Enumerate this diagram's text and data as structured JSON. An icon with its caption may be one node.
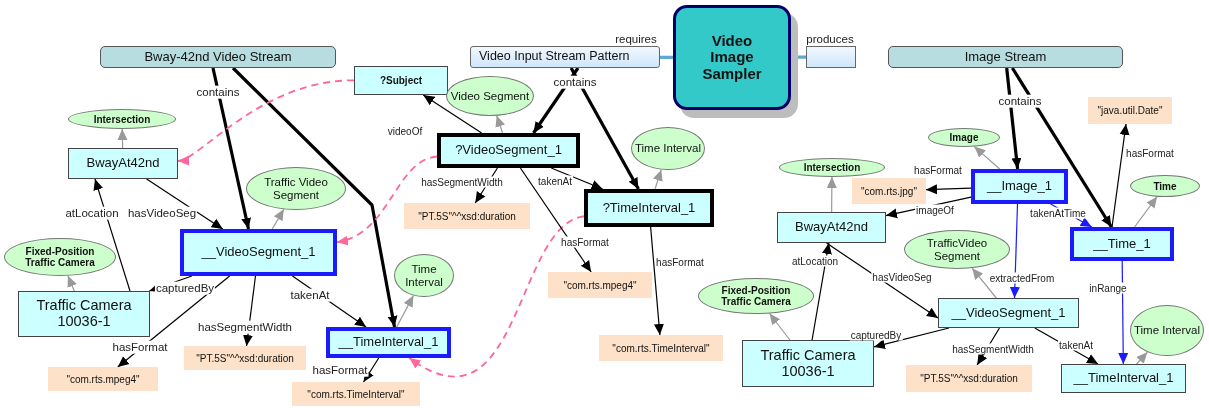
{
  "diagram": {
    "nodes": [
      {
        "text": [
          "Bway-42nd Video Stream"
        ]
      },
      {
        "text": [
          "Intersection"
        ]
      },
      {
        "text": [
          "BwayAt42nd"
        ]
      },
      {
        "text": [
          "Traffic Video Segment"
        ]
      },
      {
        "text": [
          "__VideoSegment_1"
        ]
      },
      {
        "text": [
          "Fixed-Position Traffic Camera"
        ]
      },
      {
        "text": [
          "Traffic Camera 10036-1"
        ]
      },
      {
        "text": [
          "\"com.rts.mpeg4\""
        ]
      },
      {
        "text": [
          "\"PT.5S\"^^xsd:duration"
        ]
      },
      {
        "text": [
          "Time Interval"
        ]
      },
      {
        "text": [
          "__TimeInterval_1"
        ]
      },
      {
        "text": [
          "\"com.rts.TimeInterval\""
        ]
      },
      {
        "text": [
          "?Subject"
        ]
      },
      {
        "text": [
          "Video Segment"
        ]
      },
      {
        "text": [
          "?VideoSegment_1"
        ]
      },
      {
        "text": [
          "\"PT.5S\"^^xsd:duration"
        ]
      },
      {
        "text": [
          "?TimeInterval_1"
        ]
      },
      {
        "text": [
          "Time Interval"
        ]
      },
      {
        "text": [
          "\"com.rts.mpeg4\""
        ]
      },
      {
        "text": [
          "\"com.rts.TimeInterval\""
        ]
      },
      {
        "text": [
          "Video Input Stream Pattern"
        ]
      },
      {
        "text": [
          "Video Image Sampler"
        ]
      },
      {
        "text": [],
        "shape": "box"
      },
      {
        "text": [
          "Image Stream"
        ]
      },
      {
        "text": [
          "\"java.util.Date\""
        ]
      },
      {
        "text": [
          "Image"
        ]
      },
      {
        "text": [
          "Intersection"
        ]
      },
      {
        "text": [
          "\"com.rts.jpg\""
        ]
      },
      {
        "text": [
          "__Image_1"
        ]
      },
      {
        "text": [
          "Time"
        ]
      },
      {
        "text": [
          "BwayAt42nd"
        ]
      },
      {
        "text": [
          "__Time_1"
        ]
      },
      {
        "text": [
          "TrafficVideo Segment"
        ]
      },
      {
        "text": [
          "Fixed-Position Traffic Camera"
        ]
      },
      {
        "text": [
          "__VideoSegment_1"
        ]
      },
      {
        "text": [
          "Traffic Camera 10036-1"
        ]
      },
      {
        "text": [
          "Time Interval"
        ]
      },
      {
        "text": [
          "\"PT.5S\"^^xsd:duration"
        ]
      },
      {
        "text": [
          "__TimeInterval_1"
        ]
      }
    ],
    "edges": [
      {
        "from": 0,
        "to": 4,
        "arrow": "to",
        "label": "contains",
        "style": "thick"
      },
      {
        "from": 0,
        "to": 10,
        "arrow": "to",
        "style": "thick"
      },
      {
        "from": 2,
        "to": 1,
        "arrow": "to",
        "color": "#999999"
      },
      {
        "from": 2,
        "to": 4,
        "arrow": "to",
        "label": "hasVideoSeg"
      },
      {
        "from": 6,
        "to": 2,
        "arrow": "to",
        "label": "atLocation"
      },
      {
        "from": 4,
        "to": 3,
        "arrow": "to",
        "color": "#999999"
      },
      {
        "from": 4,
        "to": 6,
        "arrow": "to",
        "label": "capturedBy"
      },
      {
        "from": 4,
        "to": 7,
        "arrow": "to",
        "label": "hasFormat"
      },
      {
        "from": 4,
        "to": 8,
        "arrow": "to",
        "label": "hasSegmentWidth"
      },
      {
        "from": 4,
        "to": 10,
        "arrow": "to",
        "label": "takenAt"
      },
      {
        "from": 10,
        "to": 9,
        "arrow": "to",
        "color": "#999999"
      },
      {
        "from": 10,
        "to": 11,
        "arrow": "to",
        "label": "hasFormat"
      },
      {
        "from": 6,
        "to": 5,
        "arrow": "to",
        "color": "#999999"
      },
      {
        "from": 12,
        "to": 2,
        "arrow": "to",
        "style": "dashed",
        "color": "#ff6699"
      },
      {
        "from": 14,
        "to": 4,
        "arrow": "to",
        "style": "dashed",
        "color": "#ff6699"
      },
      {
        "from": 16,
        "to": 10,
        "arrow": "to",
        "style": "dashed",
        "color": "#ff6699"
      },
      {
        "from": 14,
        "to": 12,
        "arrow": "to",
        "label": "videoOf"
      },
      {
        "from": 14,
        "to": 13,
        "arrow": "to",
        "color": "#999999"
      },
      {
        "from": 14,
        "to": 15,
        "arrow": "to",
        "label": "hasSegmentWidth"
      },
      {
        "from": 14,
        "to": 16,
        "arrow": "to",
        "label": "takenAt"
      },
      {
        "from": 14,
        "to": 18,
        "arrow": "to",
        "label": "hasFormat"
      },
      {
        "from": 16,
        "to": 17,
        "arrow": "to",
        "color": "#999999"
      },
      {
        "from": 16,
        "to": 19,
        "arrow": "to",
        "label": "hasFormat"
      },
      {
        "from": 20,
        "to": 14,
        "arrow": "to",
        "label": "contains",
        "style": "thick"
      },
      {
        "from": 20,
        "to": 16,
        "arrow": "to",
        "style": "thick"
      },
      {
        "from": 20,
        "to": 21,
        "arrow": "none",
        "label": "requires",
        "style": "thick",
        "color": "#5fa8d3"
      },
      {
        "from": 21,
        "to": 22,
        "arrow": "none",
        "label": "produces",
        "style": "thick",
        "color": "#5fa8d3"
      },
      {
        "from": 23,
        "to": 28,
        "arrow": "to",
        "label": "contains",
        "style": "thick"
      },
      {
        "from": 23,
        "to": 31,
        "arrow": "to",
        "style": "thick"
      },
      {
        "from": 28,
        "to": 25,
        "arrow": "to",
        "color": "#999999"
      },
      {
        "from": 28,
        "to": 27,
        "arrow": "to",
        "label": "hasFormat"
      },
      {
        "from": 28,
        "to": 30,
        "arrow": "to",
        "label": "imageOf"
      },
      {
        "from": 28,
        "to": 31,
        "arrow": "to",
        "label": "takenAtTime",
        "color": "#1a1aff"
      },
      {
        "from": 28,
        "to": 34,
        "arrow": "to",
        "label": "extractedFrom",
        "color": "#1a1aff"
      },
      {
        "from": 31,
        "to": 29,
        "arrow": "to",
        "color": "#999999"
      },
      {
        "from": 31,
        "to": 24,
        "arrow": "to",
        "label": "hasFormat"
      },
      {
        "from": 31,
        "to": 38,
        "arrow": "to",
        "label": "inRange",
        "color": "#1a1aff"
      },
      {
        "from": 30,
        "to": 26,
        "arrow": "to",
        "color": "#999999"
      },
      {
        "from": 30,
        "to": 34,
        "arrow": "to",
        "label": "hasVideoSeg"
      },
      {
        "from": 35,
        "to": 30,
        "arrow": "to",
        "label": "atLocation"
      },
      {
        "from": 34,
        "to": 35,
        "arrow": "to",
        "label": "capturedBy"
      },
      {
        "from": 34,
        "to": 32,
        "arrow": "to",
        "color": "#999999"
      },
      {
        "from": 34,
        "to": 37,
        "arrow": "to",
        "label": "hasSegmentWidth"
      },
      {
        "from": 34,
        "to": 38,
        "arrow": "to",
        "label": "takenAt"
      },
      {
        "from": 35,
        "to": 33,
        "arrow": "to",
        "color": "#999999"
      },
      {
        "from": 38,
        "to": 36,
        "arrow": "to",
        "color": "#999999"
      }
    ]
  }
}
